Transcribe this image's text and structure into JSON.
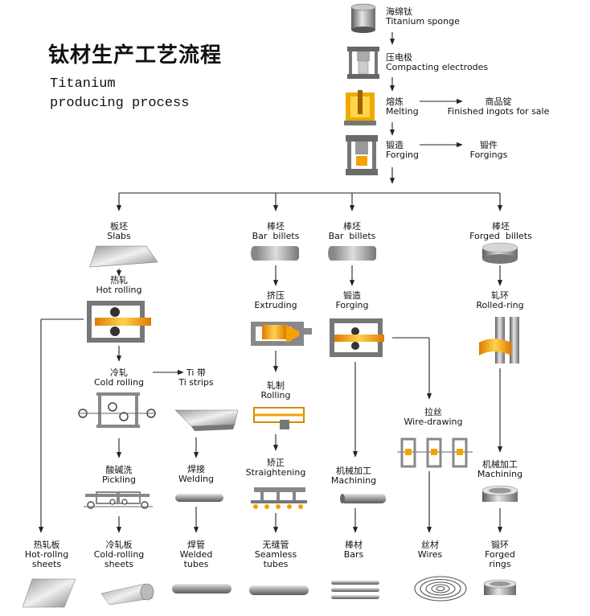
{
  "title": {
    "cn": "钛材生产工艺流程",
    "en_line1": "Titanium",
    "en_line2": "producing process"
  },
  "top_chain": {
    "sponge": {
      "cn": "海绵钛",
      "en": "Titanium sponge"
    },
    "compacting": {
      "cn": "压电极",
      "en": "Compacting electrodes"
    },
    "melting": {
      "cn": "熔炼",
      "en": "Melting"
    },
    "ingots": {
      "cn": "商品锭",
      "en": "Finished ingots for sale"
    },
    "forging": {
      "cn": "锻造",
      "en": "Forging"
    },
    "forgings": {
      "cn": "锻件",
      "en": "Forgings"
    }
  },
  "branch1": {
    "slabs": {
      "cn": "板坯",
      "en": "Slabs"
    },
    "hot_rolling": {
      "cn": "热轧",
      "en": "Hot rolling"
    },
    "cold_rolling": {
      "cn": "冷轧",
      "en": "Cold rolling"
    },
    "ti_strips": {
      "cn": "Ti 带",
      "en": "Ti strips"
    },
    "pickling": {
      "cn": "酸碱洗",
      "en": "Pickling"
    },
    "welding": {
      "cn": "焊接",
      "en": "Welding"
    },
    "hot_sheets": {
      "cn": "热轧板",
      "en1": "Hot-rollng",
      "en2": "sheets"
    },
    "cold_sheets": {
      "cn": "冷轧板",
      "en1": "Cold-rolling",
      "en2": "sheets"
    },
    "welded_tubes": {
      "cn": "焊管",
      "en1": "Welded",
      "en2": "tubes"
    }
  },
  "branch2": {
    "bar_billets": {
      "cn": "棒坯",
      "en": "Bar  billets"
    },
    "extruding": {
      "cn": "挤压",
      "en": "Extruding"
    },
    "rolling": {
      "cn": "轧制",
      "en": "Rolling"
    },
    "straightening": {
      "cn": "矫正",
      "en": "Straightening"
    },
    "seamless_tubes": {
      "cn": "无缝管",
      "en1": "Seamless",
      "en2": "tubes"
    }
  },
  "branch3": {
    "bar_billets": {
      "cn": "棒坯",
      "en": "Bar  billets"
    },
    "forging": {
      "cn": "锻造",
      "en": "Forging"
    },
    "machining": {
      "cn": "机械加工",
      "en": "Machining"
    },
    "bars": {
      "cn": "棒材",
      "en": "Bars"
    },
    "wire_drawing": {
      "cn": "拉丝",
      "en": "Wire-drawing"
    },
    "wires": {
      "cn": "丝材",
      "en": "Wires"
    }
  },
  "branch4": {
    "forged_billets": {
      "cn": "棒坯",
      "en": "Forged  billets"
    },
    "rolled_ring": {
      "cn": "轧环",
      "en": "Rolled-ring"
    },
    "machining": {
      "cn": "机械加工",
      "en": "Machining"
    },
    "forged_rings": {
      "cn": "锻环",
      "en1": "Forged",
      "en2": "rings"
    }
  },
  "colors": {
    "arrow": "#222222",
    "machine": "#6e6e6e",
    "highlight": "#f4a200",
    "metal": "#b8b8b8"
  }
}
